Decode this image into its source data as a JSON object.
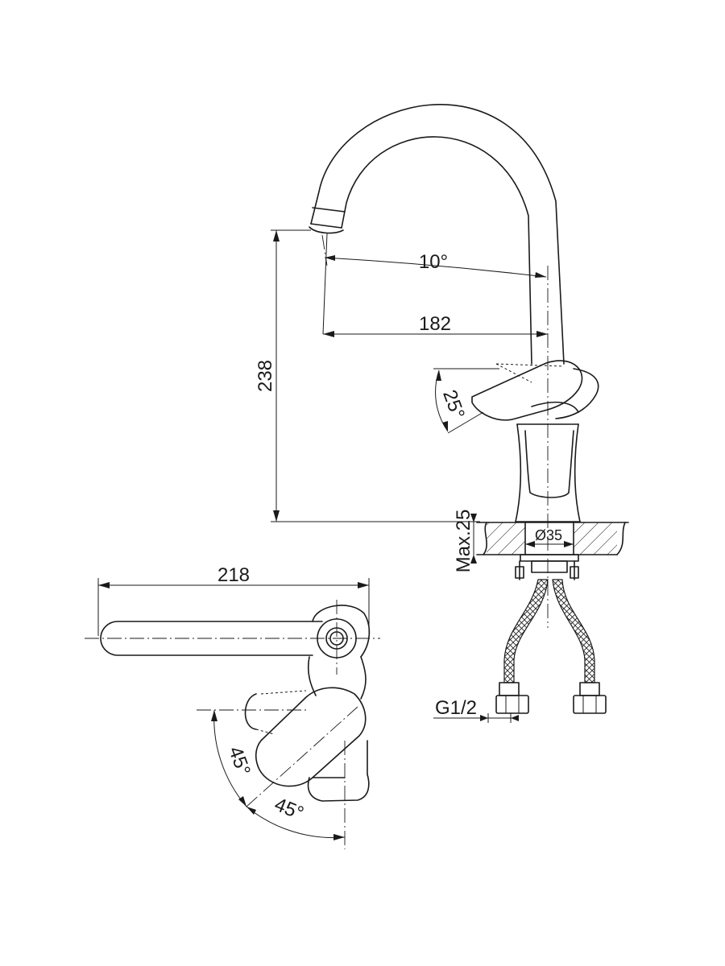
{
  "dimensions": {
    "outlet_angle": "10°",
    "reach": "182",
    "height": "238",
    "handle_angle": "25°",
    "counter_thickness": "Max.25",
    "hole_diameter": "Ø35",
    "connection_thread": "G1/2",
    "top_view_length": "218",
    "rotation_left": "45°",
    "rotation_right": "45°"
  }
}
